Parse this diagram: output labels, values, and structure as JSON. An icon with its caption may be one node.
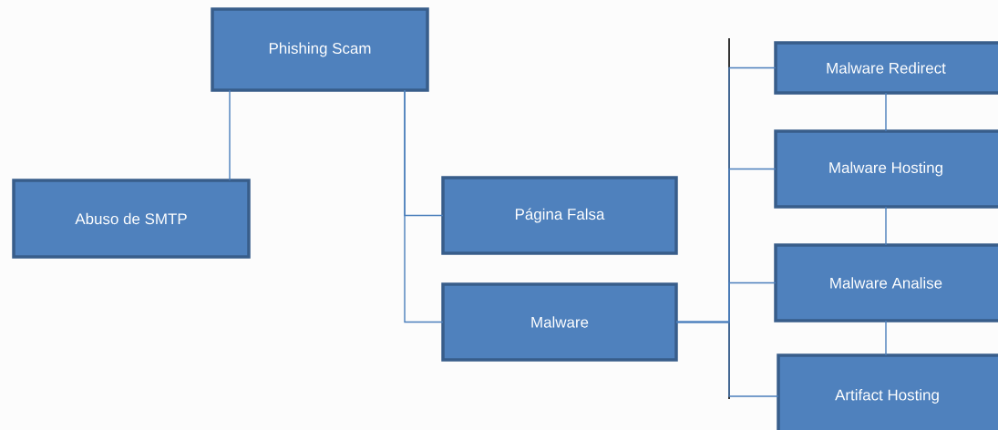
{
  "diagram": {
    "nodes": [
      {
        "text": [
          "Phishing Scam"
        ]
      },
      {
        "text": [
          "Abuso de SMTP"
        ]
      },
      {
        "text": [
          "Página Falsa"
        ]
      },
      {
        "text": [
          "Malware"
        ]
      },
      {
        "text": [
          "Malware Redirect"
        ]
      },
      {
        "text": [
          "Malware Hosting"
        ]
      },
      {
        "text": [
          "Malware Analise"
        ]
      },
      {
        "text": [
          "Artifact Hosting"
        ]
      }
    ],
    "edges": [
      {
        "from": 0,
        "to": 1,
        "arrow": "none"
      },
      {
        "from": 0,
        "to": 2,
        "arrow": "none"
      },
      {
        "from": 0,
        "to": 3,
        "arrow": "none"
      },
      {
        "from": 3,
        "to": 4,
        "arrow": "none"
      },
      {
        "from": 3,
        "to": 5,
        "arrow": "none"
      },
      {
        "from": 3,
        "to": 6,
        "arrow": "none"
      },
      {
        "from": 3,
        "to": 7,
        "arrow": "none"
      },
      {
        "from": 4,
        "to": 5,
        "arrow": "none"
      },
      {
        "from": 5,
        "to": 6,
        "arrow": "none"
      },
      {
        "from": 6,
        "to": 7,
        "arrow": "none"
      }
    ]
  }
}
